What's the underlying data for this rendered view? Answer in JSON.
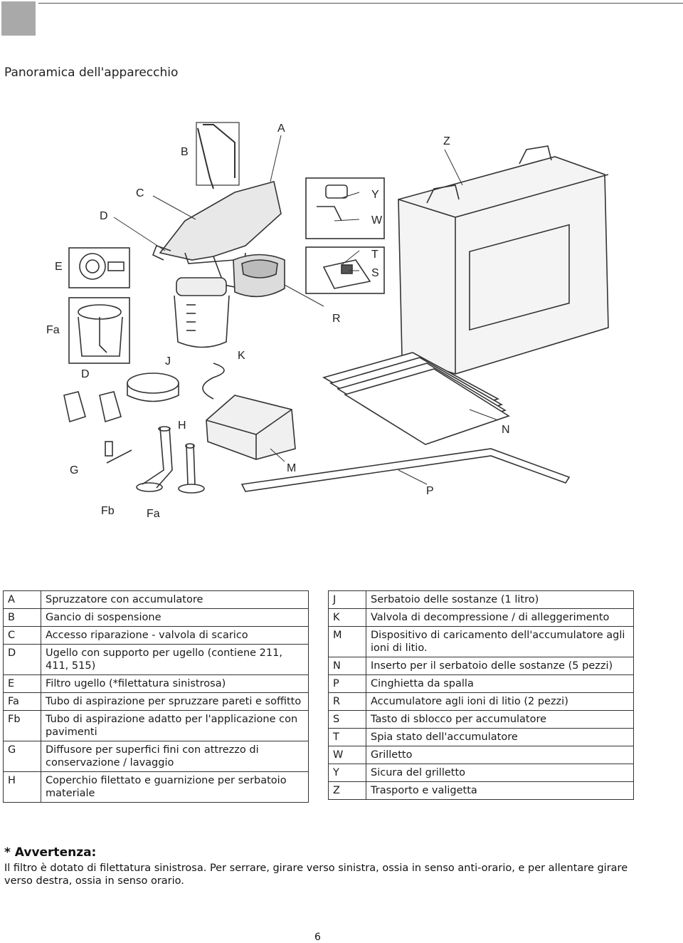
{
  "section_title": "Panoramica dell'apparecchio",
  "illustration_labels": {
    "a": "A",
    "b": "B",
    "c": "C",
    "d1": "D",
    "e": "E",
    "fa1": "Fa",
    "j": "J",
    "k": "K",
    "d2": "D",
    "h": "H",
    "g": "G",
    "fb": "Fb",
    "fa2": "Fa",
    "y": "Y",
    "w": "W",
    "t": "T",
    "s": "S",
    "r": "R",
    "z": "Z",
    "n": "N",
    "m": "M",
    "p": "P"
  },
  "parts_left": [
    {
      "code": "A",
      "desc": "Spruzzatore con accumulatore"
    },
    {
      "code": "B",
      "desc": "Gancio di sospensione"
    },
    {
      "code": "C",
      "desc": "Accesso riparazione - valvola di scarico"
    },
    {
      "code": "D",
      "desc": "Ugello con supporto per ugello (contiene 211, 411, 515)"
    },
    {
      "code": "E",
      "desc": "Filtro ugello (*filettatura sinistrosa)"
    },
    {
      "code": "Fa",
      "desc": "Tubo di aspirazione per spruzzare pareti e soffitto"
    },
    {
      "code": "Fb",
      "desc": "Tubo di aspirazione adatto per l'applicazione con pavimenti"
    },
    {
      "code": "G",
      "desc": "Diffusore per superfici fini con attrezzo di conservazione / lavaggio"
    },
    {
      "code": "H",
      "desc": "Coperchio filettato e guarnizione per serbatoio materiale"
    }
  ],
  "parts_right": [
    {
      "code": "J",
      "desc": "Serbatoio delle sostanze (1 litro)"
    },
    {
      "code": "K",
      "desc": "Valvola di decompressione / di alleggerimento"
    },
    {
      "code": "M",
      "desc": "Dispositivo di caricamento dell'accumulatore agli ioni di litio."
    },
    {
      "code": "N",
      "desc": "Inserto per il serbatoio delle sostanze (5 pezzi)"
    },
    {
      "code": "P",
      "desc": "Cinghietta da spalla"
    },
    {
      "code": "R",
      "desc": "Accumulatore agli ioni di litio (2 pezzi)"
    },
    {
      "code": "S",
      "desc": "Tasto di sblocco per accumulatore"
    },
    {
      "code": "T",
      "desc": "Spia stato dell'accumulatore"
    },
    {
      "code": "W",
      "desc": "Grilletto"
    },
    {
      "code": "Y",
      "desc": "Sicura del grilletto"
    },
    {
      "code": "Z",
      "desc": "Trasporto e valigetta"
    }
  ],
  "warning": {
    "title": "* Avvertenza:",
    "text": "Il filtro è dotato di filettatura sinistrosa. Per serrare, girare verso sinistra, ossia in senso anti-orario, e per allentare girare verso destra, ossia in senso orario."
  },
  "page_number": "6"
}
